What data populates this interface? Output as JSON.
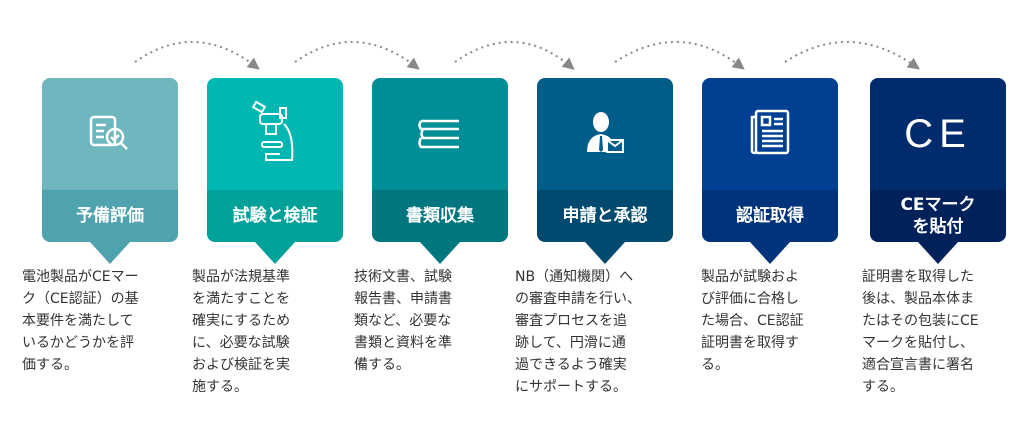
{
  "steps": [
    {
      "title": "予備評価",
      "icon": "document-search-icon",
      "top": "#6fb6be",
      "band": "#4fa3ae",
      "desc": "電池製品がCEマー\nク（CE認証）の基\n本要件を満たして\nいるかどうかを評\n価する。"
    },
    {
      "title": "試験と検証",
      "icon": "microscope-icon",
      "top": "#00b8b1",
      "band": "#00a199",
      "desc": "製品が法規基準\nを満たすことを\n確実にするため\nに、必要な試験\nおよび検証を実\n施する。"
    },
    {
      "title": "書類収集",
      "icon": "books-icon",
      "top": "#008e97",
      "band": "#00767f",
      "desc": "技術文書、試験\n報告書、申請書\n類など、必要な\n書類と資料を準\n備する。"
    },
    {
      "title": "申請と承認",
      "icon": "person-mail-icon",
      "top": "#005c88",
      "band": "#00496f",
      "desc": "NB（通知機関）へ\nの審査申請を行い、\n審査プロセスを追\n跡して、円滑に通\n過できるよう確実\nにサポートする。"
    },
    {
      "title": "認証取得",
      "icon": "certificate-icon",
      "top": "#003f92",
      "band": "#00337a",
      "desc": "製品が試験およ\nび評価に合格し\nた場合、CE認証\n証明書を取得す\nる。"
    },
    {
      "title": "CEマーク\nを貼付",
      "icon": "ce-mark-icon",
      "top": "#002b6c",
      "band": "#00215a",
      "desc": "証明書を取得した\n後は、製品本体ま\nたはその包装にCE\nマークを貼付し、\n適合宣言書に署名\nする。",
      "ce": "CE"
    }
  ]
}
